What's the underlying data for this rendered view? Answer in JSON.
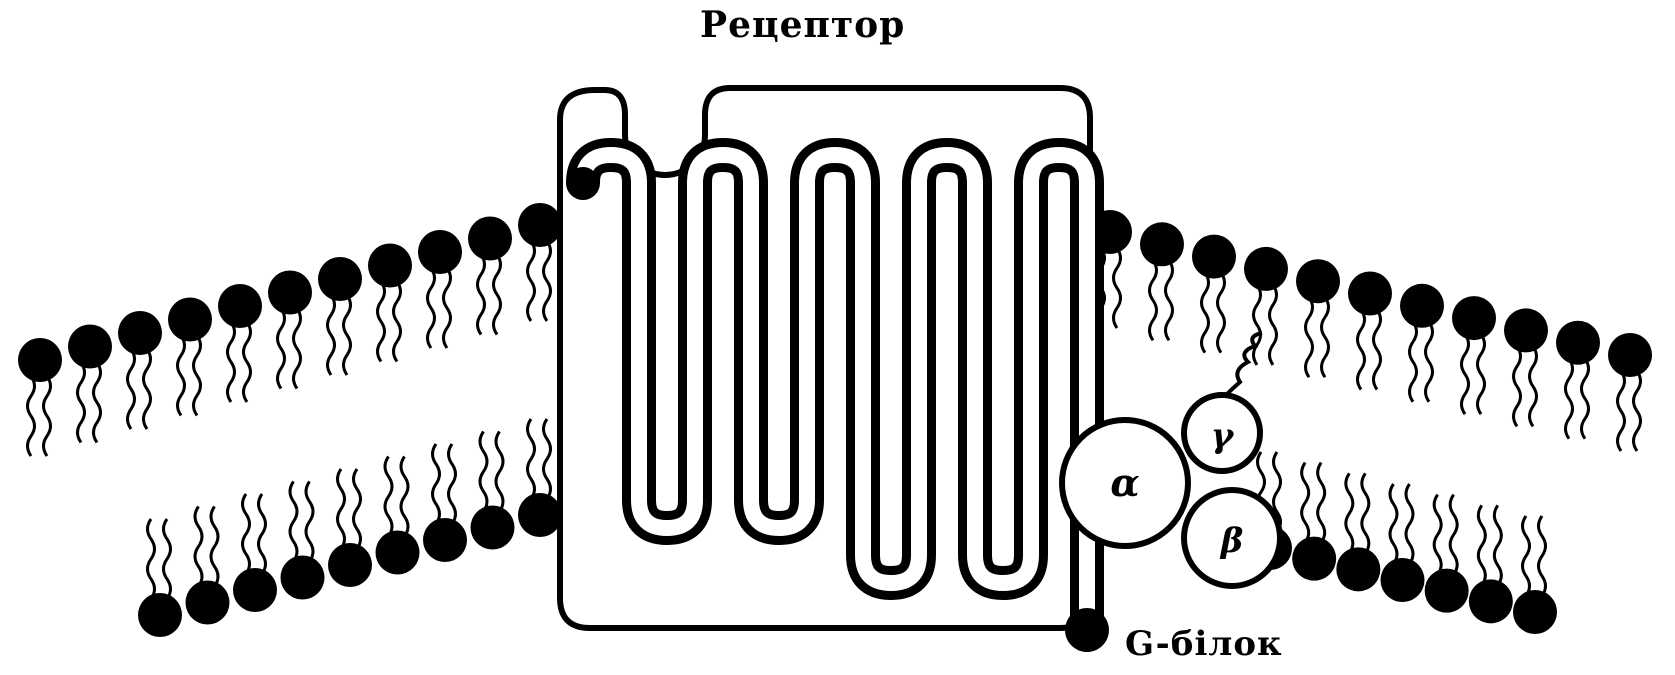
{
  "labels": {
    "receptor": "Рецептор",
    "g_protein": "G-білок"
  },
  "subunits": {
    "alpha": "α",
    "beta": "β",
    "gamma": "γ"
  },
  "colors": {
    "ink": "#000000",
    "background": "#ffffff"
  }
}
